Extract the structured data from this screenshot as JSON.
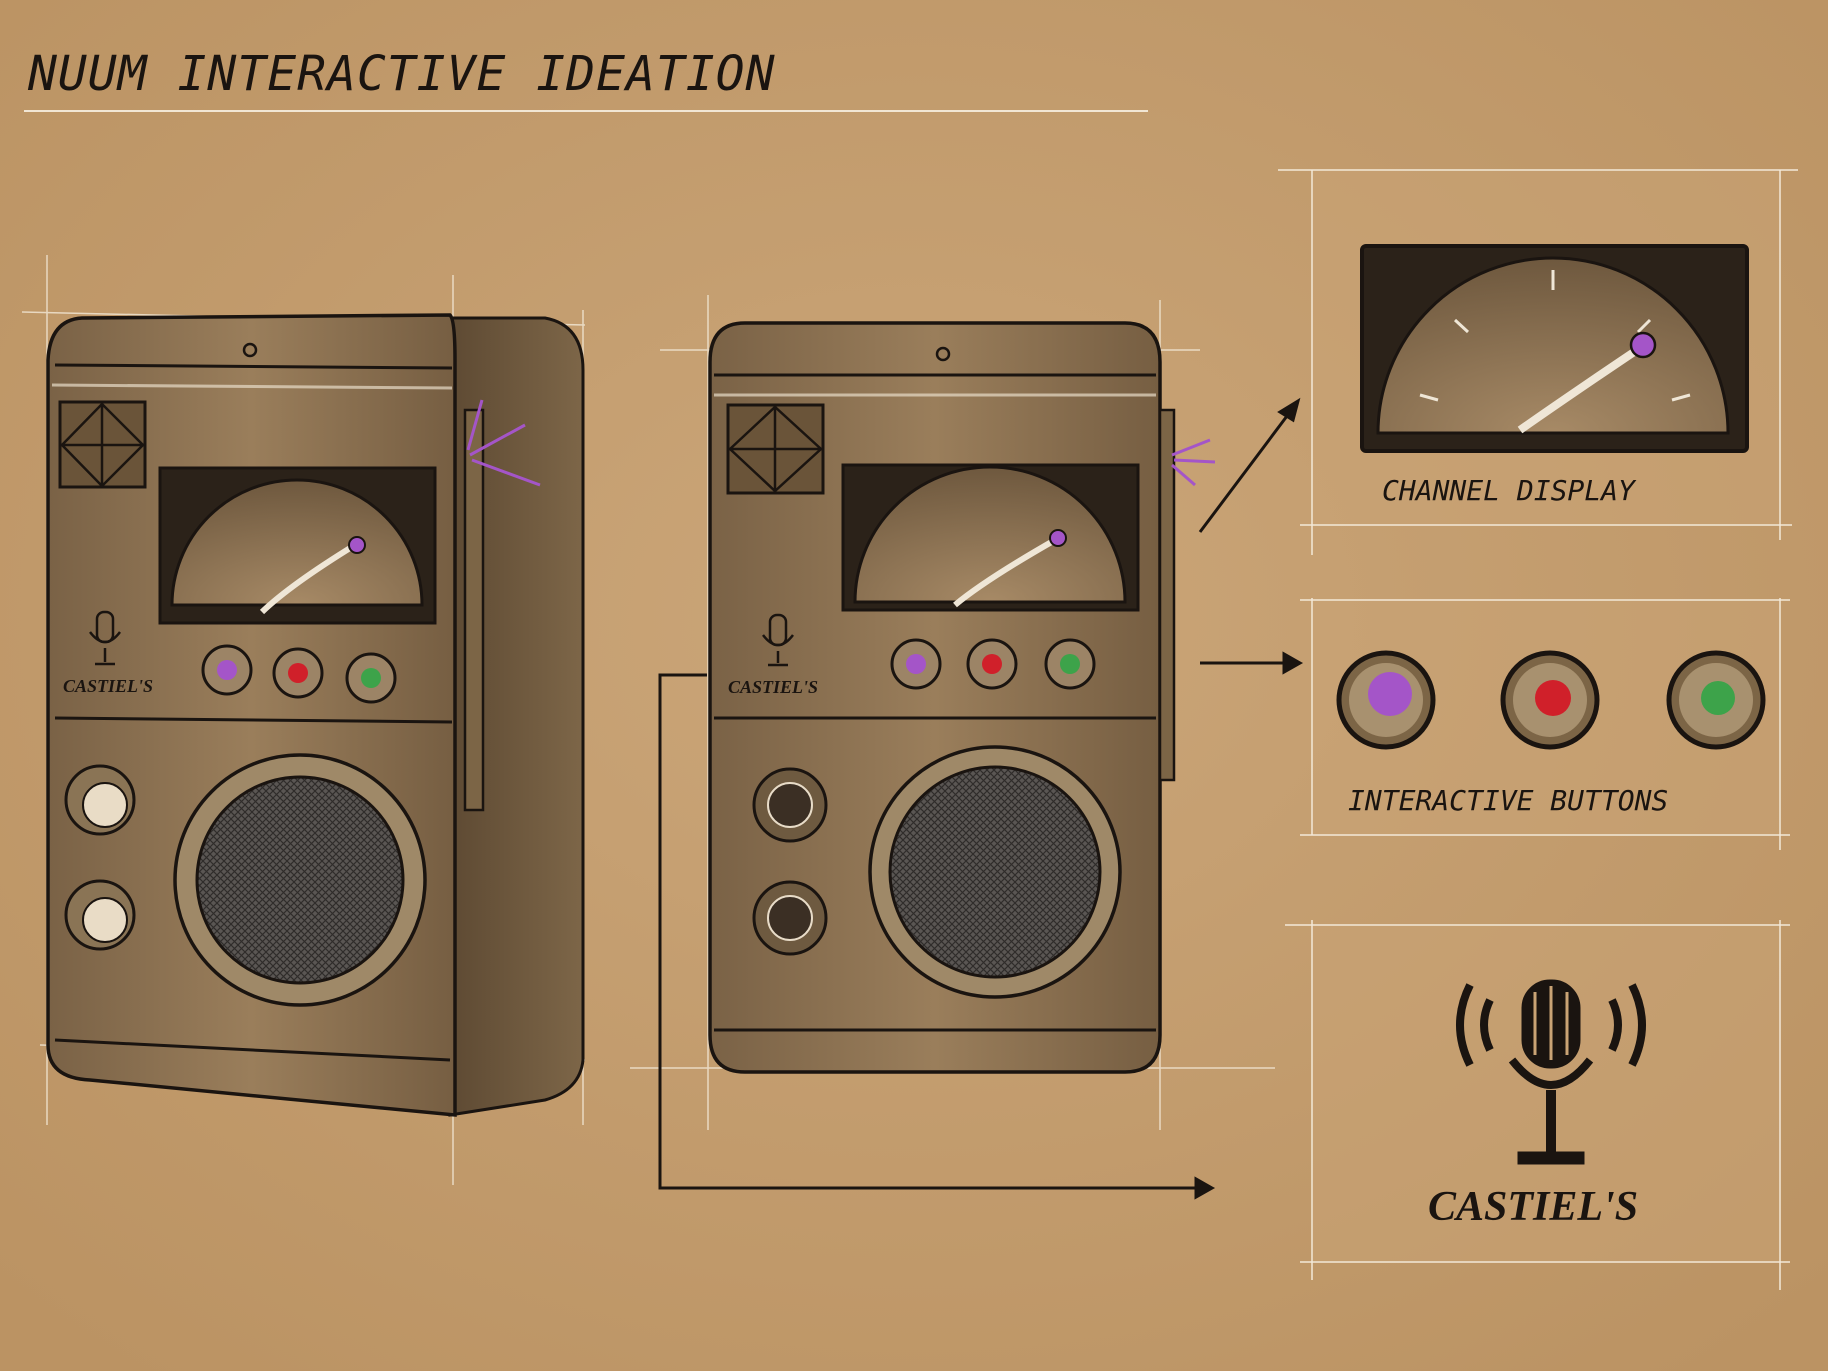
{
  "title": "NUUM INTERACTIVE IDEATION",
  "radio_brand": "CASTIEL'S",
  "callouts": {
    "display_label": "CHANNEL DISPLAY",
    "buttons_label": "INTERACTIVE BUTTONS",
    "logo_text": "CASTIEL'S"
  },
  "colors": {
    "paper": "#c59e6f",
    "ink": "#1a1410",
    "body": "#8c7150",
    "button_purple": "#a455c8",
    "button_red": "#d0202a",
    "button_green": "#3da34a"
  }
}
